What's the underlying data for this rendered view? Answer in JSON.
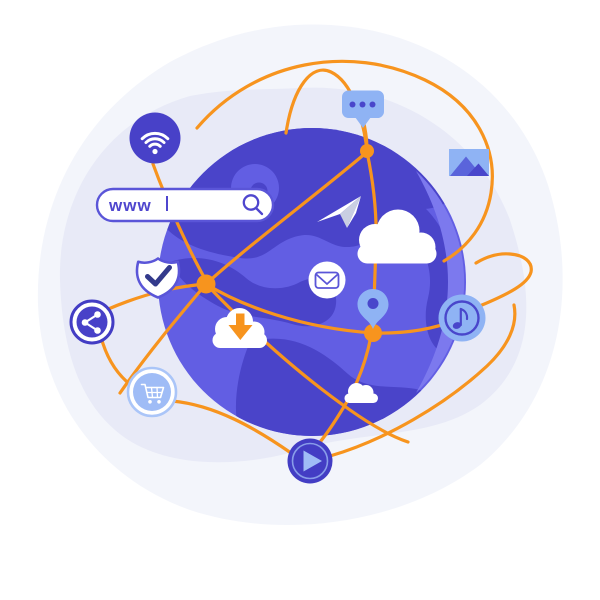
{
  "illustration": {
    "name": "global-internet-network",
    "search_bar": {
      "value": "www",
      "cursor": "|"
    },
    "icons": [
      {
        "name": "wifi-icon",
        "glyph": "wifi waves + dot in indigo circle"
      },
      {
        "name": "search-bar",
        "glyph": "pill browser bar with magnifier"
      },
      {
        "name": "chat-bubble-icon",
        "glyph": "speech bubble with three dots"
      },
      {
        "name": "photo-icon",
        "glyph": "picture card with two mountain peaks"
      },
      {
        "name": "paper-plane-icon",
        "glyph": "white paper plane"
      },
      {
        "name": "cloud-icon",
        "glyph": "large white cloud"
      },
      {
        "name": "email-icon",
        "glyph": "envelope outline in white circle"
      },
      {
        "name": "location-pin-icon",
        "glyph": "light blue map pin"
      },
      {
        "name": "music-icon",
        "glyph": "eighth note in ringed blue circle"
      },
      {
        "name": "shield-check-icon",
        "glyph": "white shield with checkmark"
      },
      {
        "name": "share-icon",
        "glyph": "share nodes in ringed indigo circle"
      },
      {
        "name": "cloud-download-icon",
        "glyph": "white cloud with orange down arrow"
      },
      {
        "name": "shopping-cart-icon",
        "glyph": "white cart in light blue circle"
      },
      {
        "name": "play-icon",
        "glyph": "play triangle in indigo circle"
      },
      {
        "name": "small-cloud-icon",
        "glyph": "small white cloud"
      },
      {
        "name": "globe",
        "glyph": "purple planet with darker continents"
      },
      {
        "name": "orbit-network",
        "glyph": "orange orbit curves with three nodes"
      }
    ],
    "colors": {
      "page_bg": "#ffffff",
      "blob_outer": "#f3f5fb",
      "blob_inner": "#e8eaf7",
      "globe_base": "#625ee3",
      "globe_land": "#4a44c9",
      "globe_highlight": "#7c79ee",
      "orbit_orange": "#f7941e",
      "indigo_dark": "#4841c8",
      "indigo_deep": "#433dc4",
      "indigo_mid": "#4946cb",
      "indigo_outline": "#5a55d8",
      "navy_check": "#333a8c",
      "blue_light": "#8fb3f4",
      "blue_soft": "#9fbcf6",
      "blue_pale_ring": "#aac5f8",
      "mountain_mid": "#5a64db",
      "plane_shadow": "#c9cfe2",
      "text_indigo": "#4f46ce",
      "white": "#ffffff"
    }
  }
}
